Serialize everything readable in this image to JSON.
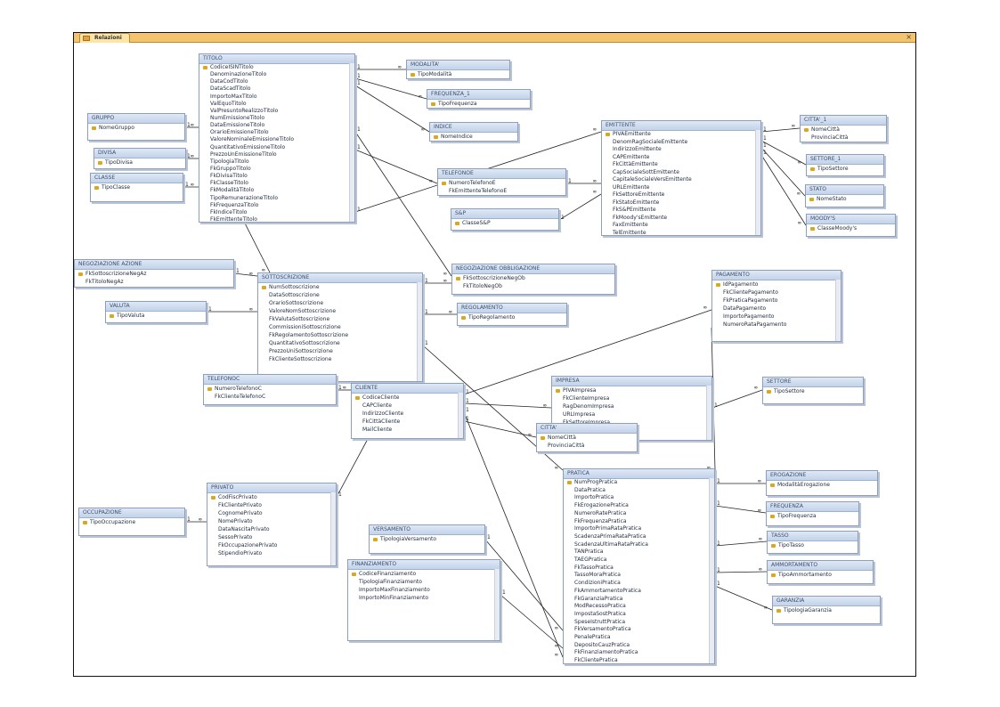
{
  "window": {
    "tab_label": "Relazioni",
    "close_glyph": "×"
  },
  "colors": {
    "tab_bg": "#f4c36d",
    "header_bg": "#c3d3ea",
    "key": "#d9a81f",
    "line": "#222222"
  },
  "relationship_labels": {
    "one": "1",
    "many": "∞"
  },
  "tables": [
    {
      "name": "TITOLO",
      "fields": [
        "CodiceISINTitolo",
        "DenominazioneTitolo",
        "DataCodTitolo",
        "DataScadTitolo",
        "ImportoMaxTitolo",
        "ValEquoTitolo",
        "ValPresuntoRealizzoTitolo",
        "NumEmissioneTitolo",
        "DataEmissioneTitolo",
        "OrarioEmissioneTitolo",
        "ValoreNominaleEmissioneTitolo",
        "QuantitativoEmissioneTitolo",
        "PrezzoUnEmissioneTitolo",
        "TipologiaTitolo",
        "FkGruppoTitolo",
        "FkDivisaTitolo",
        "FkClasseTitolo",
        "FkModalitàTitolo",
        "TipoRemunerazioneTitolo",
        "FkFrequenzaTitolo",
        "FkIndiceTitolo",
        "FkEmittenteTitolo"
      ]
    },
    {
      "name": "MODALITA'",
      "fields": [
        "TipoModalità"
      ]
    },
    {
      "name": "FREQUENZA_1",
      "fields": [
        "TipoFrequenza"
      ]
    },
    {
      "name": "INDICE",
      "fields": [
        "NomeIndice"
      ]
    },
    {
      "name": "GRUPPO",
      "fields": [
        "NomeGruppo"
      ]
    },
    {
      "name": "DIVISA",
      "fields": [
        "TipoDivisa"
      ]
    },
    {
      "name": "CLASSE",
      "fields": [
        "TipoClasse"
      ]
    },
    {
      "name": "EMITTENTE",
      "fields": [
        "PIVAEmittente",
        "DenomRagSocialeEmittente",
        "IndirizzoEmittente",
        "CAPEmittente",
        "FkCittàEmittente",
        "CapSocialeSottEmittente",
        "CapitaleSocialeVersEmittente",
        "URLEmittente",
        "FkSettoreEmittente",
        "FkStatoEmittente",
        "FkS&PEmittente",
        "FkMoody'sEmittente",
        "FaxEmittente",
        "TelEmittente"
      ]
    },
    {
      "name": "TELEFONOE",
      "fields": [
        "NumeroTelefonoE",
        "FkEmittenteTelefonoE"
      ]
    },
    {
      "name": "S&P",
      "fields": [
        "ClasseS&P"
      ]
    },
    {
      "name": "CITTA'_1",
      "fields": [
        "NomeCittà",
        "ProvinciaCittà"
      ]
    },
    {
      "name": "SETTORE_1",
      "fields": [
        "TipoSettore"
      ]
    },
    {
      "name": "STATO",
      "fields": [
        "NomeStato"
      ]
    },
    {
      "name": "MOODY'S",
      "fields": [
        "ClasseMoody's"
      ]
    },
    {
      "name": "NEGOZIAZIONE AZIONE",
      "fields": [
        "FkSottoscrizioneNegAz",
        "FkTitoloNegAz"
      ]
    },
    {
      "name": "VALUTA",
      "fields": [
        "TipoValuta"
      ]
    },
    {
      "name": "SOTTOSCRIZIONE",
      "fields": [
        "NumSottoscrizione",
        "DataSottoscrizione",
        "OrarioSottoscrizione",
        "ValoreNomSottoscrizione",
        "FkValutaSottoscrizione",
        "CommissioniSottoscrizione",
        "FkRegolamentoSottoscrizione",
        "QuantitativoSottoscrizione",
        "PrezzoUniSottoscrizione",
        "FkClienteSottoscrizione"
      ]
    },
    {
      "name": "NEGOZIAZIONE OBBLIGAZIONE",
      "fields": [
        "FkSottoscrizioneNegOb",
        "FkTitoloNegOb"
      ]
    },
    {
      "name": "REGOLAMENTO",
      "fields": [
        "TipoRegolamento"
      ]
    },
    {
      "name": "PAGAMENTO",
      "fields": [
        "IdPagamento",
        "FkClientePagamento",
        "FkPraticaPagamento",
        "DataPagamento",
        "ImportoPagamento",
        "NumeroRataPagamento"
      ]
    },
    {
      "name": "SETTORE",
      "fields": [
        "TipoSettore"
      ]
    },
    {
      "name": "IMPRESA",
      "fields": [
        "PIVAImpresa",
        "FkClienteImpresa",
        "RagDenomImpresa",
        "URLImpresa",
        "FkSettoreImpresa"
      ]
    },
    {
      "name": "TELEFONOC",
      "fields": [
        "NumeroTelefonoC",
        "FkClienteTelefonoC"
      ]
    },
    {
      "name": "CLIENTE",
      "fields": [
        "CodiceCliente",
        "CAPCliente",
        "IndirizzoCliente",
        "FkCittàCliente",
        "MailCliente"
      ]
    },
    {
      "name": "CITTA'",
      "fields": [
        "NomeCittà",
        "ProvinciaCittà"
      ]
    },
    {
      "name": "PRIVATO",
      "fields": [
        "CodFiscPrivato",
        "FkClientePrivato",
        "CognomePrivato",
        "NomePrivato",
        "DataNascitaPrivato",
        "SessoPrivato",
        "FkOccupazionePrivato",
        "StipendioPrivato"
      ]
    },
    {
      "name": "OCCUPAZIONE",
      "fields": [
        "TipoOccupazione"
      ]
    },
    {
      "name": "VERSAMENTO",
      "fields": [
        "TipologiaVersamento"
      ]
    },
    {
      "name": "FINANZIAMENTO",
      "fields": [
        "CodiceFinanziamento",
        "TipologiaFinanziamento",
        "ImportoMaxFinanziamento",
        "ImportoMinFinanziamento"
      ]
    },
    {
      "name": "PRATICA",
      "fields": [
        "NumProgPratica",
        "DataPratica",
        "ImportoPratica",
        "FkErogazionePratica",
        "NumeroRatePratica",
        "FkFrequenzaPratica",
        "ImportoPrimaRataPratica",
        "ScadenzaPrimaRataPratica",
        "ScadenzaUltimaRataPratica",
        "TANPratica",
        "TAEGPratica",
        "FkTassoPratica",
        "TassoMoraPratica",
        "CondizioniPratica",
        "FkAmmortamentoPratica",
        "FkGaranziaPratica",
        "ModRecessoPratica",
        "ImpostaSostPratica",
        "SpeseIstruttPratica",
        "FkVersamentoPratica",
        "PenalePratica",
        "DepositoCauzPratica",
        "FkFinanziamentoPratica",
        "FkClientePratica"
      ]
    },
    {
      "name": "EROGAZIONE",
      "fields": [
        "ModalitàErogazione"
      ]
    },
    {
      "name": "FREQUENZA",
      "fields": [
        "TipoFrequenza"
      ]
    },
    {
      "name": "TASSO",
      "fields": [
        "TipoTasso"
      ]
    },
    {
      "name": "AMMORTAMENTO",
      "fields": [
        "TipoAmmortamento"
      ]
    },
    {
      "name": "GARANZIA",
      "fields": [
        "TipologiaGaranzia"
      ]
    }
  ]
}
